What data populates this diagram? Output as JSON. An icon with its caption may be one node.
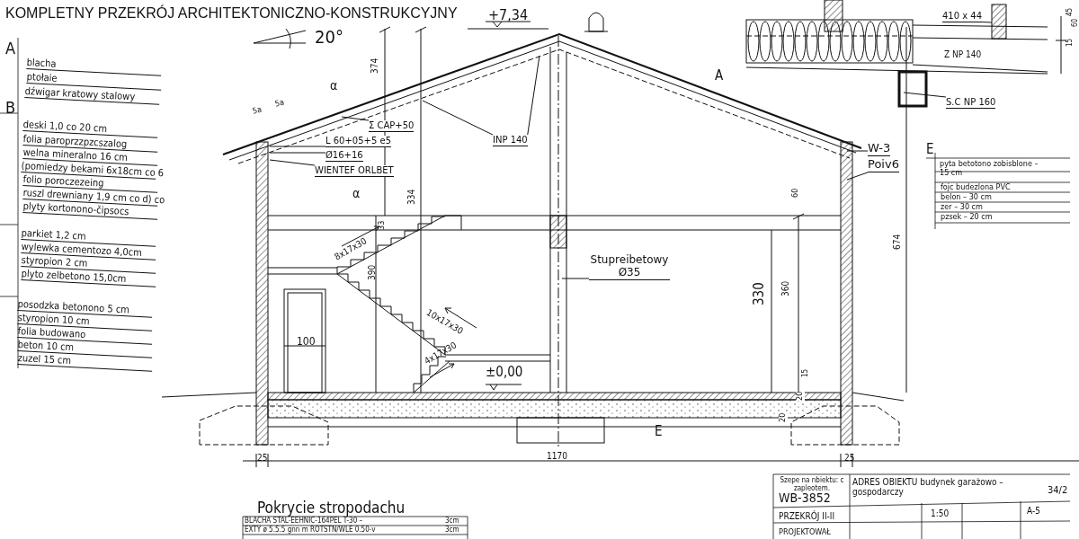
{
  "diagram": {
    "title": "KOMPLETNY PRZEKRÓJ ARCHITEKTONICZNO-KONSTRUKCYJNY",
    "nodes": [
      {
        "text": [
          "INP 140"
        ]
      },
      {
        "text": [
          "Σ CAP+50"
        ]
      },
      {
        "text": [
          "L 60+05+5 e5"
        ]
      },
      {
        "text": [
          "Ø16+16"
        ]
      },
      {
        "text": [
          "WIENTEF ORLBET"
        ]
      },
      {
        "text": [
          "Stupreibetowy Ø35"
        ]
      },
      {
        "text": [
          "W-3"
        ]
      },
      {
        "text": [
          "Poiv6"
        ]
      },
      {
        "text": [
          "S.C NP 160"
        ]
      },
      {
        "text": [
          "410 x 44"
        ]
      }
    ],
    "edges": [
      {
        "from": 0,
        "to": null,
        "arrow": "none"
      },
      {
        "from": 0,
        "to": null,
        "arrow": "none"
      },
      {
        "from": 1,
        "to": null,
        "arrow": "none"
      },
      {
        "from": 2,
        "to": null,
        "arrow": "none"
      },
      {
        "from": 3,
        "to": null,
        "arrow": "none"
      },
      {
        "from": 4,
        "to": null,
        "arrow": "none"
      },
      {
        "from": 5,
        "to": null,
        "arrow": "none"
      },
      {
        "from": 6,
        "to": null,
        "arrow": "none"
      },
      {
        "from": 7,
        "to": null,
        "arrow": "none"
      },
      {
        "from": 8,
        "to": null,
        "arrow": "none"
      },
      {
        "from": 9,
        "to": null,
        "arrow": "none"
      }
    ],
    "labels": [
      "20°",
      "+7,34",
      "A",
      "blacha",
      "ptołaie",
      "dźwigar kratowy stalowy",
      "B",
      "deski 1,0 co 20 cm",
      "folia paroprzzpzcszalog",
      "welna mineralno 16 cm",
      "(pomiedzy bekami 6x18cm co 6",
      "folio poroczezeing",
      "ruszl drewniany 1,9 cm co d) co",
      "plyty kortonono-čipsocs",
      "parkiet 1,2 cm",
      "wylewka cementozo 4,0cm",
      "styropion 2 cm",
      "plyto zelbetono 15,0cm",
      "posodzka betonono 5 cm",
      "styropion 10 cm",
      "folia budowano",
      "beton 10 cm",
      "zuzel 15 cm",
      "5a",
      "5a",
      "α",
      "α",
      "374",
      "334",
      "33",
      "390",
      "8x17x30",
      "10x17x30",
      "4x17x30",
      "100",
      "±0,00",
      "330",
      "360",
      "60",
      "15",
      "674",
      "A",
      "E",
      "25",
      "1170",
      "25",
      "20",
      "20",
      "Z NP 140",
      "45",
      "60",
      "15",
      "E",
      "pyta betotono zobisblone – 15 cm",
      "fojc budezlona PVC",
      "belon – 30 cm",
      "zer – 30 cm",
      "pzsek – 20 cm",
      "Pokrycie stropodachu",
      "BLACHA STAL-EEHNIC-164PEL T-30 –",
      "3cm",
      "EXTY ø 5.5.5 gnn m ROTSTN/WLE 0.50-v",
      "3cm",
      "Szepe na nbiektu: c zapleotem.",
      "ADRES OBIEKTU budynek garażowo – gospodarczy",
      "34/2",
      "WB-3852",
      "1:50",
      "A-5",
      "PRZEKRÓJ II-II",
      "PROJEKTOWAŁ"
    ]
  }
}
